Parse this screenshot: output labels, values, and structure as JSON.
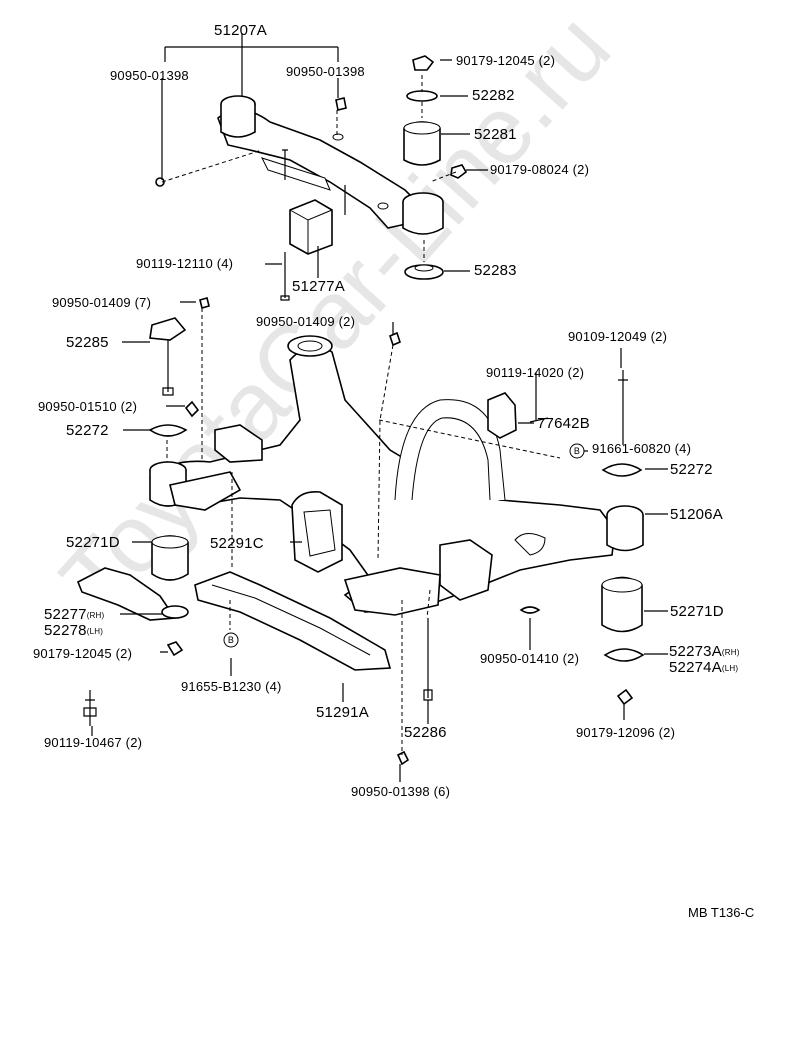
{
  "watermark": "ToyotaCar-Line.ru",
  "diagram_code": "MB T136-C",
  "labels": {
    "p51207a": "51207A",
    "p90950_01398_l": "90950-01398",
    "p90950_01398_r": "90950-01398",
    "p90179_12045_top": "90179-12045 (2)",
    "p52282": "52282",
    "p52281": "52281",
    "p90179_08024": "90179-08024 (2)",
    "p90119_12110": "90119-12110 (4)",
    "p51277a": "51277A",
    "p52283": "52283",
    "p90950_01409_7": "90950-01409 (7)",
    "p90950_01409_2": "90950-01409 (2)",
    "p90109_12049": "90109-12049 (2)",
    "p52285": "52285",
    "p90119_14020": "90119-14020 (2)",
    "p90950_01510": "90950-01510 (2)",
    "p77642b": "77642B",
    "p52272_l": "52272",
    "p91661_60820": "91661-60820 (4)",
    "marker_b": "B",
    "p52272_r": "52272",
    "p51206a": "51206A",
    "p52271d_l": "52271D",
    "p52291c": "52291C",
    "p52277": "52277",
    "p52277_sfx": "(RH)",
    "p52278": "52278",
    "p52278_sfx": "(LH)",
    "p52271d_r": "52271D",
    "p90179_12045_l": "90179-12045 (2)",
    "p90950_01410": "90950-01410 (2)",
    "p52273a": "52273A",
    "p52273a_sfx": "(RH)",
    "p52274a": "52274A",
    "p52274a_sfx": "(LH)",
    "p91655_b1230": "91655-B1230 (4)",
    "p51291a": "51291A",
    "p90179_12096": "90179-12096 (2)",
    "p90119_10467": "90119-10467 (2)",
    "p52286": "52286",
    "p90950_01398_6": "90950-01398 (6)"
  }
}
